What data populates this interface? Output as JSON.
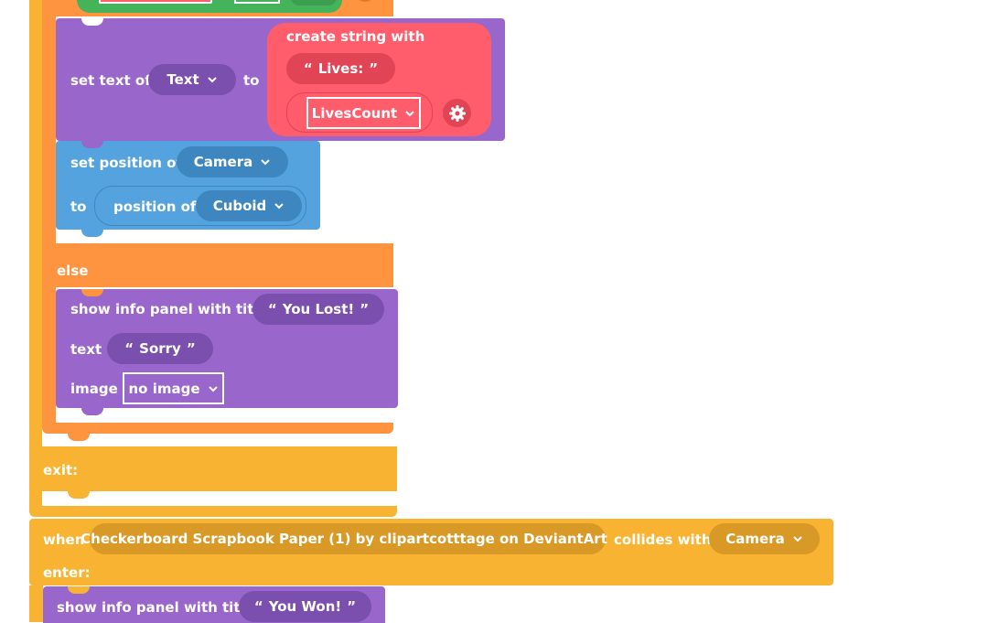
{
  "colors": {
    "event_yellow": "#F9B332",
    "event_yellow_dark": "#D99926",
    "logic_orange": "#FF9440",
    "logic_orange_dark": "#E07A2A",
    "purple": "#9966CC",
    "purple_dark": "#7A4FAD",
    "pink": "#FF5C6C",
    "pink_dark": "#E04455",
    "blue": "#55A3DE",
    "blue_dark": "#3E86C0",
    "green": "#44B35A"
  },
  "set_text": {
    "label": "set text of",
    "target": "Text",
    "to_label": "to"
  },
  "create_string": {
    "label": "create string with",
    "lives_text": "Lives:",
    "var_dropdown": "LivesCount"
  },
  "set_position": {
    "label": "set position of",
    "target": "Camera",
    "to_label": "to",
    "position_of_label": "position of",
    "source": "Cuboid"
  },
  "else_label": "else",
  "info_panel_lost": {
    "label": "show info panel with title",
    "title_value": "You Lost!",
    "text_label": "text",
    "text_value": "Sorry",
    "image_label": "image",
    "image_value": "no image"
  },
  "exit_label": "exit:",
  "collision_event": {
    "when_label": "when",
    "object": "Checkerboard Scrapbook Paper (1) by clipartcotttage on DeviantArt",
    "collides_label": "collides with",
    "other": "Camera",
    "enter_label": "enter:"
  },
  "info_panel_won": {
    "label": "show info panel with title",
    "title_value": "You Won!"
  },
  "quote_open": "“",
  "quote_close": "”"
}
